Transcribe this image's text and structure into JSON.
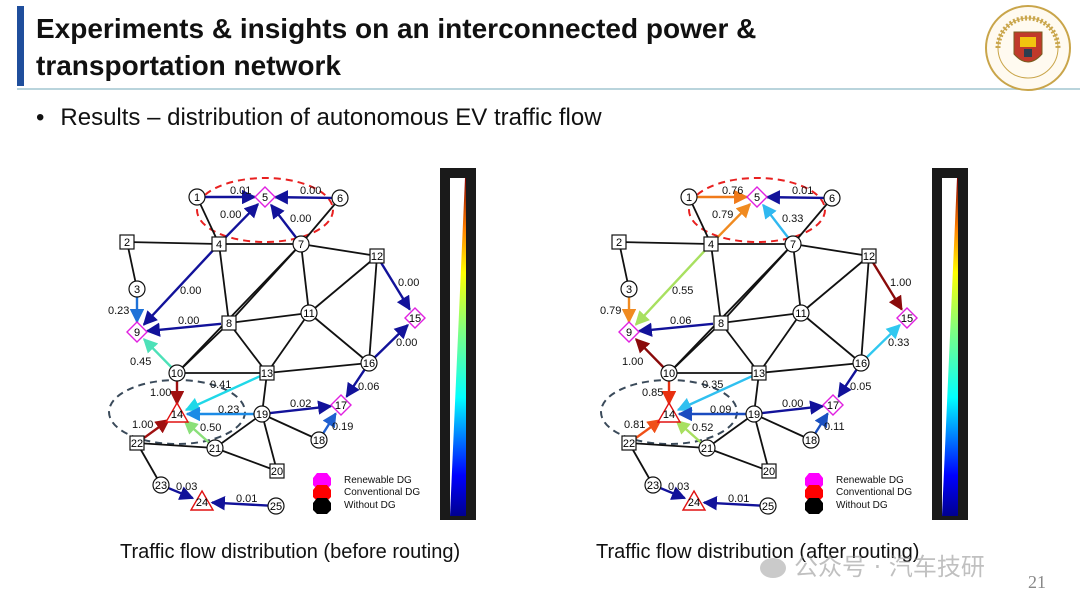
{
  "title": {
    "line1": "Experiments & insights on an interconnected power &",
    "line2": "transportation network"
  },
  "bullet": "Results – distribution of autonomous EV traffic flow",
  "logo": {
    "icon": "university-of-macau-seal",
    "text": "UNIVERSIDADE DE MACAU"
  },
  "legend": {
    "renewable": "Renewable DG",
    "conventional": "Conventional DG",
    "none": "Without DG",
    "colors": {
      "renewable": "#ff00ff",
      "conventional": "#ff0000",
      "none": "#000000"
    }
  },
  "panels": [
    {
      "caption": "Traffic flow distribution (before routing)",
      "edge_labels": [
        {
          "text": "0.01",
          "from": "1",
          "to": "5"
        },
        {
          "text": "0.00",
          "from": "6",
          "to": "5"
        },
        {
          "text": "0.00",
          "from": "4",
          "to": "5"
        },
        {
          "text": "0.00",
          "from": "7",
          "to": "5"
        },
        {
          "text": "0.23",
          "from": "3",
          "to": "9"
        },
        {
          "text": "0.00",
          "from": "4",
          "to": "9"
        },
        {
          "text": "0.00",
          "from": "8",
          "to": "9"
        },
        {
          "text": "0.00",
          "from": "12",
          "to": "15"
        },
        {
          "text": "0.00",
          "from": "16",
          "to": "15"
        },
        {
          "text": "0.45",
          "from": "10",
          "to": "9"
        },
        {
          "text": "0.41",
          "from": "13",
          "to": "14"
        },
        {
          "text": "1.00",
          "from": "10",
          "to": "14"
        },
        {
          "text": "0.23",
          "from": "19",
          "to": "14"
        },
        {
          "text": "0.02",
          "from": "19",
          "to": "17"
        },
        {
          "text": "0.06",
          "from": "16",
          "to": "17"
        },
        {
          "text": "1.00",
          "from": "22",
          "to": "14"
        },
        {
          "text": "0.50",
          "from": "21",
          "to": "14"
        },
        {
          "text": "0.19",
          "from": "18",
          "to": "17"
        },
        {
          "text": "0.03",
          "from": "23",
          "to": "24"
        },
        {
          "text": "0.01",
          "from": "25",
          "to": "24"
        }
      ]
    },
    {
      "caption": "Traffic flow distribution (after routing)",
      "edge_labels": [
        {
          "text": "0.76",
          "from": "1",
          "to": "5"
        },
        {
          "text": "0.01",
          "from": "6",
          "to": "5"
        },
        {
          "text": "0.79",
          "from": "4",
          "to": "5"
        },
        {
          "text": "0.33",
          "from": "7",
          "to": "5"
        },
        {
          "text": "0.79",
          "from": "3",
          "to": "9"
        },
        {
          "text": "0.55",
          "from": "4",
          "to": "9"
        },
        {
          "text": "0.06",
          "from": "8",
          "to": "9"
        },
        {
          "text": "1.00",
          "from": "12",
          "to": "15"
        },
        {
          "text": "0.33",
          "from": "16",
          "to": "15"
        },
        {
          "text": "1.00",
          "from": "10",
          "to": "9"
        },
        {
          "text": "0.35",
          "from": "13",
          "to": "14"
        },
        {
          "text": "0.85",
          "from": "10",
          "to": "14"
        },
        {
          "text": "0.09",
          "from": "19",
          "to": "14"
        },
        {
          "text": "0.00",
          "from": "19",
          "to": "17"
        },
        {
          "text": "0.05",
          "from": "16",
          "to": "17"
        },
        {
          "text": "0.81",
          "from": "22",
          "to": "14"
        },
        {
          "text": "0.52",
          "from": "21",
          "to": "14"
        },
        {
          "text": "0.11",
          "from": "18",
          "to": "17"
        },
        {
          "text": "0.03",
          "from": "23",
          "to": "24"
        },
        {
          "text": "0.01",
          "from": "25",
          "to": "24"
        }
      ]
    }
  ],
  "watermark": "公众号 · 汽车技研",
  "page_number": "21"
}
